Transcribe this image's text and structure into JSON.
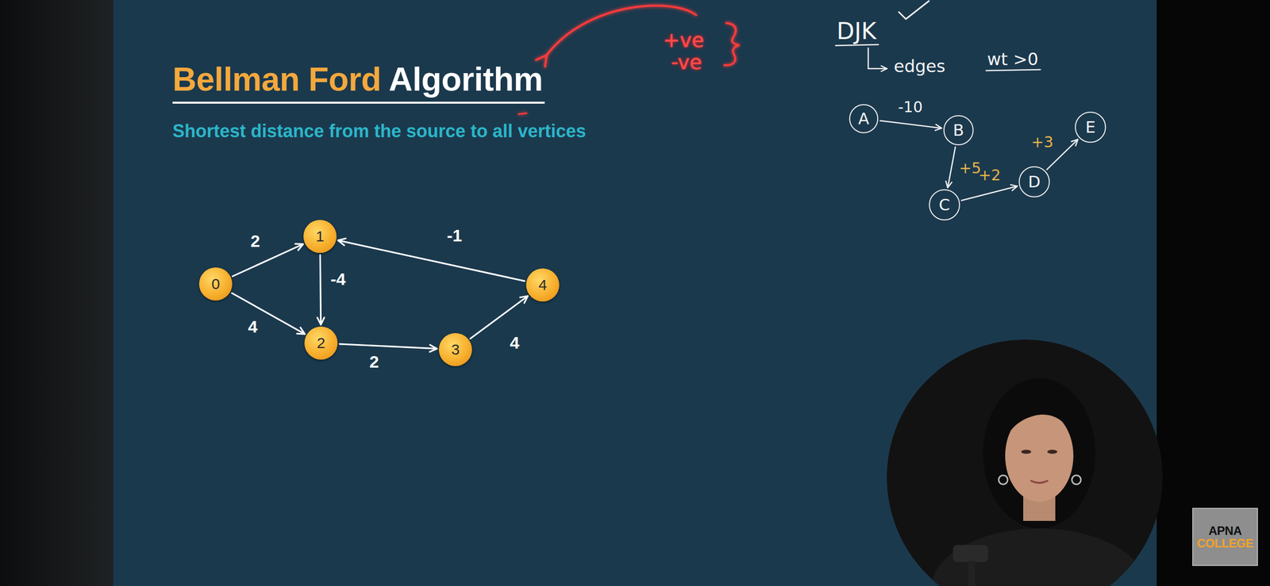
{
  "diagram": {
    "title": "Bellman Ford Algorithm",
    "caption": "Shortest distance from the source to all vertices",
    "nodes": [
      {
        "text": [
          "0"
        ]
      },
      {
        "text": [
          "1"
        ]
      },
      {
        "text": [
          "2"
        ]
      },
      {
        "text": [
          "3"
        ]
      },
      {
        "text": [
          "4"
        ]
      },
      {
        "text": [
          "A"
        ]
      },
      {
        "text": [
          "B"
        ]
      },
      {
        "text": [
          "C"
        ]
      },
      {
        "text": [
          "D"
        ]
      },
      {
        "text": [
          "E"
        ]
      },
      {
        "text": [
          "APNA",
          "COLLEGE"
        ]
      }
    ],
    "edges": [
      {
        "from": 0,
        "to": 1,
        "label": "2",
        "arrow": "to"
      },
      {
        "from": 0,
        "to": 2,
        "label": "4",
        "arrow": "to"
      },
      {
        "from": 1,
        "to": 2,
        "label": "-4",
        "arrow": "to"
      },
      {
        "from": 2,
        "to": 3,
        "label": "2",
        "arrow": "to"
      },
      {
        "from": 3,
        "to": 4,
        "label": "4",
        "arrow": "to"
      },
      {
        "from": 4,
        "to": 1,
        "label": "-1",
        "arrow": "to"
      },
      {
        "from": 5,
        "to": 6,
        "label": "-10",
        "arrow": "to"
      },
      {
        "from": 6,
        "to": 7,
        "label": "+5",
        "arrow": "to"
      },
      {
        "from": 7,
        "to": 8,
        "label": "+2",
        "arrow": "to"
      },
      {
        "from": 8,
        "to": 9,
        "label": "+3",
        "arrow": "to"
      }
    ],
    "labels": [
      "+ve",
      "-ve",
      "DJK",
      "edges",
      "wt >0"
    ]
  }
}
